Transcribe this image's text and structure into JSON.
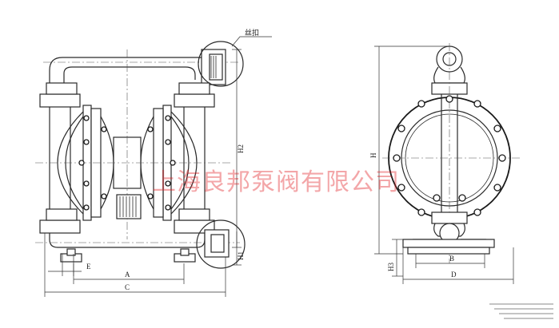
{
  "diagram": {
    "callout_text": "丝扣",
    "watermark": "上海良邦泵阀有限公司",
    "front_dims": {
      "a": "A",
      "c": "C",
      "e": "E",
      "h1": "H1",
      "h2": "H2"
    },
    "side_dims": {
      "b": "B",
      "d": "D",
      "h": "H",
      "h3": "H3"
    }
  }
}
